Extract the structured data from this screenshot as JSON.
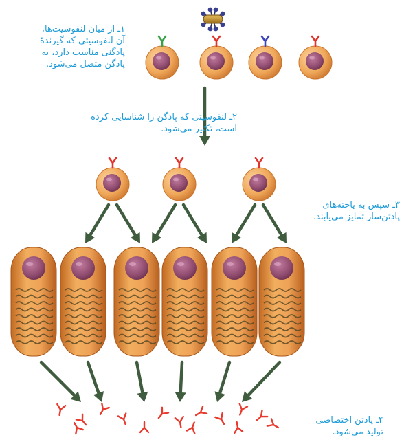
{
  "captions": {
    "step1": "۱ـ از میان لنفوسیت‌ها،\nآن لنفوسیتی که گیرندهٔ\nپادگنی مناسب دارد، به\nپادگن متصل می‌شود.",
    "step2": "۲ـ لنفوسیتی که پادگن را شناسایی کرده\nاست، تکثیر می‌شود.",
    "step3": "۳ـ سپس به یاخته‌های\nپادتن‌ساز تمایز می‌یابند.",
    "step4": "۴ـ پادتن اختصاصی\nتولید می‌شود."
  },
  "colors": {
    "caption_text": "#1e9bd7",
    "cell_body": "#f0a85a",
    "cell_edge": "#c9732c",
    "nucleus": "#8e4a6c",
    "receptor_green": "#3aa04a",
    "receptor_red": "#e0342c",
    "receptor_blue": "#3a45b8",
    "arrow": "#3f5c3e",
    "antibody": "#e83b2e",
    "antigen_body": "#c08a2a",
    "antigen_knob": "#3a3f90"
  },
  "icons": {
    "lymphocyte": "lymphocyte-cell-icon",
    "plasma_cell": "plasma-cell-icon",
    "antigen": "antigen-icon",
    "antibody": "antibody-y-icon",
    "arrow": "down-arrow-icon"
  }
}
